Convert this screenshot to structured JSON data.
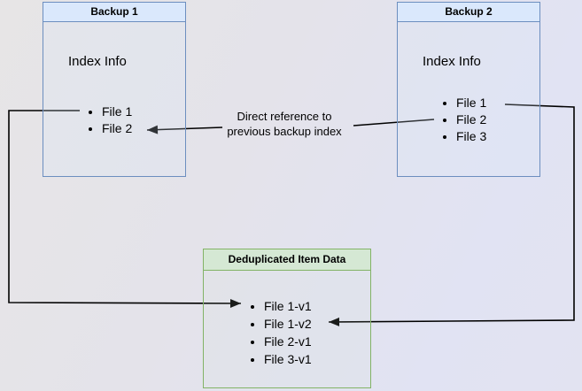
{
  "diagram": {
    "backup1": {
      "title": "Backup 1",
      "label": "Index Info",
      "items": [
        "File 1",
        "File 2"
      ]
    },
    "backup2": {
      "title": "Backup 2",
      "label": "Index Info",
      "items": [
        "File 1",
        "File 2",
        "File 3"
      ]
    },
    "dedup": {
      "title": "Deduplicated Item Data",
      "items": [
        "File 1-v1",
        "File 1-v2",
        "File 2-v1",
        "File 3-v1"
      ]
    },
    "edge_label": {
      "line1": "Direct reference to",
      "line2": "previous backup index"
    },
    "colors": {
      "blue_border": "#6c8ebf",
      "blue_header_fill": "#dae8fc",
      "green_border": "#82b366",
      "green_header_fill": "#d5e8d4",
      "arrow": "#000000",
      "text": "#000000"
    }
  }
}
